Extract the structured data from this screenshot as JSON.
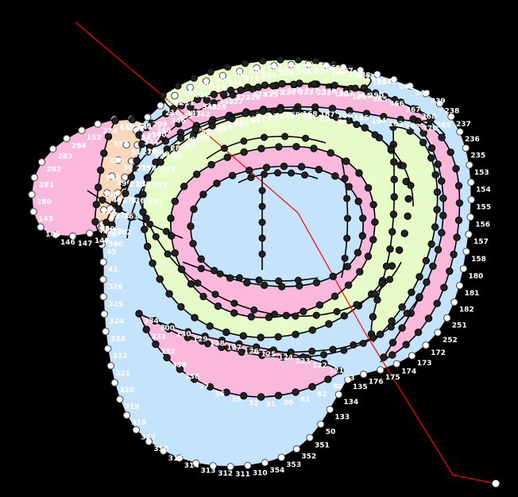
{
  "diagram": {
    "background": "#000000",
    "colors": {
      "blue": "#c5e3fb",
      "pink": "#fbb8dd",
      "green": "#e6fbc7",
      "peach": "#fbd7bd",
      "edge": "#000000",
      "vertex_fill": "#222222",
      "hull_vertex_fill": "#ffffff",
      "path_line": "#ff0000",
      "label": "#ffffff"
    },
    "regions": [
      {
        "name": "outer-blue-region",
        "color": "blue"
      },
      {
        "name": "left-pink-lobe",
        "color": "pink"
      },
      {
        "name": "left-peach-band",
        "color": "peach"
      },
      {
        "name": "lower-pink-band",
        "color": "pink"
      },
      {
        "name": "top-green-band",
        "color": "green"
      },
      {
        "name": "upper-pink-band",
        "color": "pink"
      },
      {
        "name": "inner-green-ring",
        "color": "green"
      },
      {
        "name": "inner-pink-ring",
        "color": "pink"
      },
      {
        "name": "core-blue-region",
        "color": "blue"
      },
      {
        "name": "right-green-band",
        "color": "green"
      },
      {
        "name": "right-pink-band",
        "color": "pink"
      }
    ],
    "vertex_labels": [
      "41",
      "45",
      "46",
      "47",
      "48",
      "49",
      "50",
      "51",
      "54",
      "209",
      "210",
      "211",
      "212",
      "213",
      "214",
      "215",
      "250",
      "249",
      "248",
      "247",
      "246",
      "245",
      "243",
      "242",
      "241",
      "240",
      "239",
      "238",
      "237",
      "236",
      "235",
      "153",
      "154",
      "155",
      "156",
      "157",
      "158",
      "180",
      "181",
      "182",
      "251",
      "252",
      "172",
      "173",
      "174",
      "175",
      "176",
      "135",
      "134",
      "133",
      "50",
      "351",
      "352",
      "353",
      "354",
      "310",
      "311",
      "312",
      "313",
      "314",
      "315",
      "316",
      "317",
      "318",
      "319",
      "320",
      "321",
      "322",
      "323",
      "324",
      "325",
      "326",
      "280",
      "281",
      "282",
      "283",
      "284",
      "152",
      "274",
      "275",
      "276",
      "277",
      "278",
      "279",
      "270",
      "271",
      "272",
      "273",
      "148",
      "147",
      "146",
      "145",
      "143",
      "142",
      "141",
      "140",
      "139",
      "138",
      "137",
      "136",
      "361",
      "362",
      "360",
      "359",
      "387",
      "388",
      "385",
      "386",
      "337",
      "334",
      "333",
      "332",
      "338",
      "336",
      "37",
      "36",
      "35",
      "32",
      "31",
      "30",
      "81",
      "82",
      "80",
      "83",
      "121",
      "122",
      "123",
      "124",
      "125",
      "126",
      "127",
      "128",
      "129",
      "130",
      "200",
      "201",
      "202",
      "203",
      "204",
      "205",
      "206",
      "207",
      "208",
      "185",
      "186",
      "187",
      "188",
      "189",
      "190",
      "191",
      "192",
      "222",
      "223",
      "224",
      "225",
      "226",
      "227",
      "228",
      "342",
      "343",
      "344",
      "345",
      "346",
      "347",
      "348",
      "349",
      "373",
      "374",
      "375",
      "376",
      "377",
      "378",
      "363",
      "364",
      "365",
      "366",
      "367",
      "368",
      "369",
      "370",
      "162",
      "163",
      "164",
      "165",
      "166",
      "167",
      "168",
      "169",
      "170",
      "171",
      "285",
      "286",
      "287",
      "288",
      "289",
      "290",
      "291",
      "292",
      "293",
      "60",
      "61",
      "62",
      "63",
      "64",
      "65",
      "66",
      "67",
      "68",
      "69",
      "70"
    ]
  }
}
